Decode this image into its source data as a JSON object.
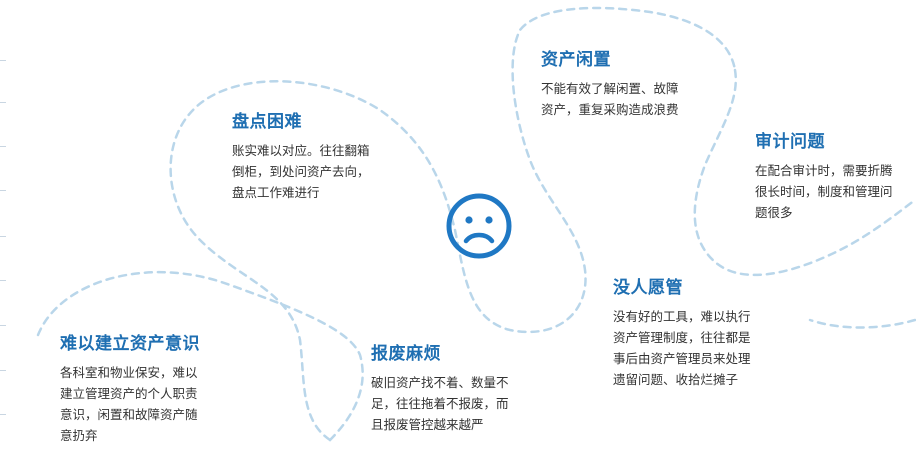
{
  "colors": {
    "accent": "#1f6fb2",
    "dash": "#b9d6ea",
    "face": "#1f78c4",
    "text": "#333333"
  },
  "center_icon": "sad-face-icon",
  "blocks": [
    {
      "id": "b1",
      "title": "盘点困难",
      "lines": [
        "账实难以对应。往往翻箱",
        "倒柜，到处问资产去向，",
        "盘点工作难进行"
      ]
    },
    {
      "id": "b2",
      "title": "资产闲置",
      "lines": [
        "不能有效了解闲置、故障",
        "资产，重复采购造成浪费"
      ]
    },
    {
      "id": "b3",
      "title": "审计问题",
      "lines": [
        "在配合审计时，需要折腾",
        "很长时间，制度和管理问",
        "题很多"
      ]
    },
    {
      "id": "b4",
      "title": "没人愿管",
      "lines": [
        "没有好的工具，难以执行",
        "资产管理制度，往往都是",
        "事后由资产管理员来处理",
        "遗留问题、收拾烂摊子"
      ]
    },
    {
      "id": "b5",
      "title": "报废麻烦",
      "lines": [
        "破旧资产找不着、数量不",
        "足，往往拖着不报废，而",
        "且报废管控越来越严"
      ]
    },
    {
      "id": "b6",
      "title": "难以建立资产意识",
      "lines": [
        "各科室和物业保安，难以",
        "建立管理资产的个人职责",
        "意识，闲置和故障资产随",
        "意扔弃"
      ]
    }
  ]
}
